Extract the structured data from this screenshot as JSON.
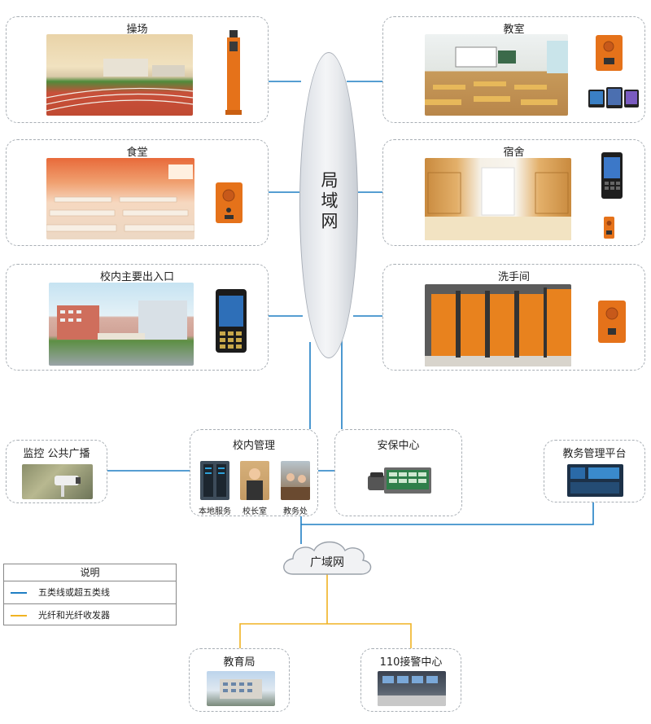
{
  "lan_label": "局域网",
  "wan_label": "广域网",
  "colors": {
    "cat5": "#1f7fc4",
    "fiber": "#f0b323",
    "device_orange": "#e5721a",
    "border": "#a8aeb4"
  },
  "zones": {
    "playground": {
      "title": "操场"
    },
    "classroom": {
      "title": "教室"
    },
    "canteen": {
      "title": "食堂"
    },
    "dormitory": {
      "title": "宿舍"
    },
    "entrance": {
      "title": "校内主要出入口"
    },
    "washroom": {
      "title": "洗手间"
    },
    "monitoring": {
      "title": "监控  公共广播"
    },
    "campus_mgmt": {
      "title": "校内管理",
      "items": [
        "本地服务",
        "校长室",
        "教务处"
      ]
    },
    "security": {
      "title": "安保中心"
    },
    "academic": {
      "title": "教务管理平台"
    },
    "edu_bureau": {
      "title": "教育局"
    },
    "police": {
      "title": "110接警中心"
    }
  },
  "legend": {
    "title": "说明",
    "items": [
      {
        "label": "五类线或超五类线",
        "color": "#1f7fc4"
      },
      {
        "label": "光纤和光纤收发器",
        "color": "#f0b323"
      }
    ]
  }
}
